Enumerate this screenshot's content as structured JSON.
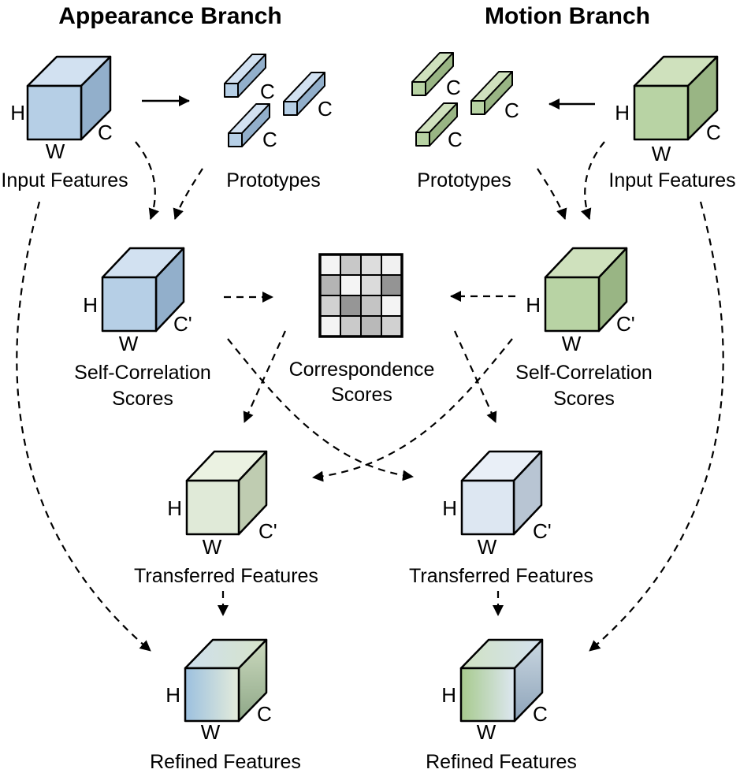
{
  "titles": {
    "appearance": "Appearance Branch",
    "motion": "Motion Branch"
  },
  "nodes": {
    "input_features": "Input Features",
    "prototypes": "Prototypes",
    "self_correlation_line1": "Self-Correlation",
    "self_correlation_line2": "Scores",
    "correspondence_line1": "Correspondence",
    "correspondence_line2": "Scores",
    "transferred_features": "Transferred Features",
    "refined_features": "Refined Features"
  },
  "dims": {
    "height": "H",
    "width": "W",
    "channels": "C",
    "channels_prime": "C'"
  },
  "colors": {
    "blue": {
      "front": "#b6cfe6",
      "top": "#d2e1f1",
      "side": "#92afcb"
    },
    "green": {
      "front": "#b8d3a4",
      "top": "#cfe1bd",
      "side": "#99b584"
    },
    "pale_green": {
      "front": "#e0ead8",
      "top": "#ebf2e2",
      "side": "#bfccb1"
    },
    "pale_blue": {
      "front": "#dde7f2",
      "top": "#e9eff7",
      "side": "#b8c5d3"
    },
    "refined_left": {
      "front_from": "#9cc0df",
      "front_to": "#e4ecdb",
      "top_from": "#cfdfee",
      "top_to": "#d6e4c9",
      "side_from": "#ccdabf",
      "side_to": "#8ea787"
    },
    "refined_right": {
      "front_from": "#a7ca8d",
      "front_to": "#dde7f1",
      "top_from": "#d0e2c2",
      "top_to": "#d5e2f0",
      "side_from": "#cad7e1",
      "side_to": "#8da3b9"
    },
    "stroke": "#000000"
  },
  "grid": {
    "rows": [
      [
        "#f4f4f4",
        "#c8c8c8",
        "#dddddd",
        "#f1f1f1"
      ],
      [
        "#b4b4b4",
        "#f4f4f4",
        "#dbdbdb",
        "#949494"
      ],
      [
        "#d1d1d1",
        "#969696",
        "#c4c4c4",
        "#f4f4f4"
      ],
      [
        "#f4f4f4",
        "#cacaca",
        "#b9b9b9",
        "#d1d1d1"
      ]
    ]
  }
}
